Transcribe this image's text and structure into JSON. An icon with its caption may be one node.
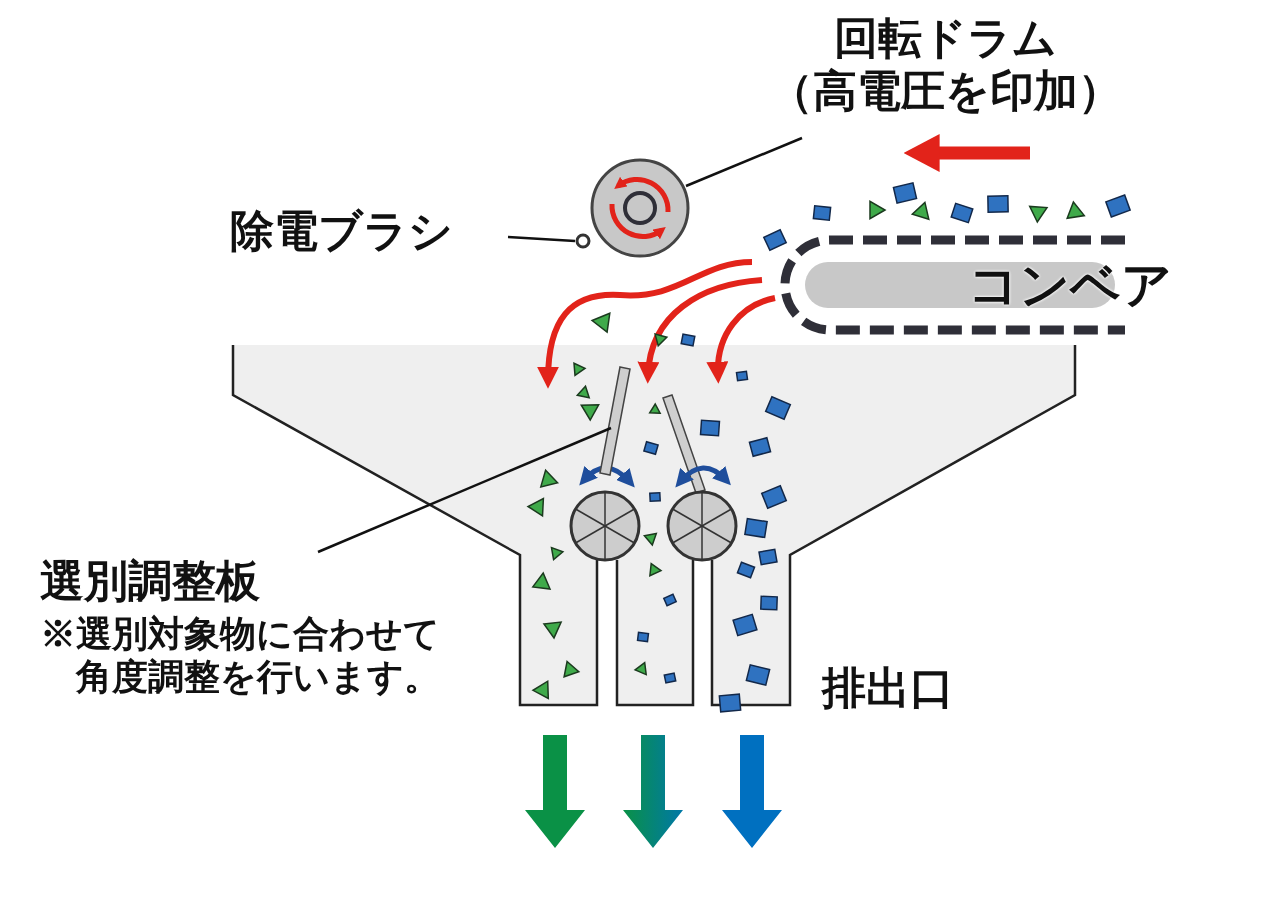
{
  "diagram": {
    "nodes": [
      {
        "text": [
          "回転ドラム",
          "（高電圧を印加）"
        ]
      },
      {
        "text": [],
        "shape": "circle"
      },
      {
        "text": [
          "除電ブラシ"
        ]
      },
      {
        "text": [],
        "shape": "circle"
      },
      {
        "text": [
          "選別調整板",
          "※選別対象物に合わせて角度調整を行います。"
        ]
      },
      {
        "text": [],
        "shape": "bar"
      }
    ],
    "edges": [
      {
        "from": 0,
        "to": 1,
        "arrow": "none"
      },
      {
        "from": 2,
        "to": 3,
        "arrow": "none"
      },
      {
        "from": 4,
        "to": 5,
        "arrow": "none"
      }
    ],
    "labels": [
      "コンベア",
      "排出口"
    ]
  }
}
